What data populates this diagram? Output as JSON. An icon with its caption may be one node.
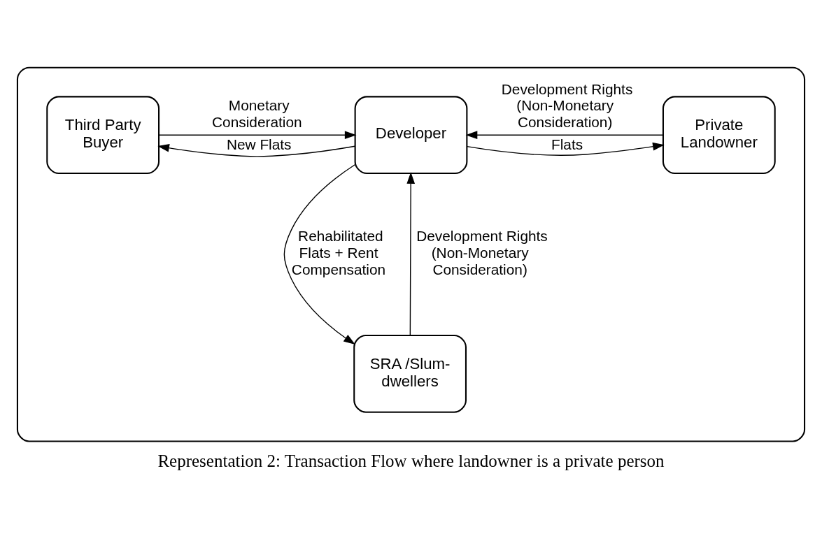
{
  "diagram": {
    "caption": "Representation 2: Transaction Flow where landowner is a private person",
    "nodes": [
      {
        "text": [],
        "shape": "box"
      },
      {
        "text": [
          "Private Landowner"
        ],
        "in": 0
      },
      {
        "text": [
          "Developer"
        ],
        "in": 0
      },
      {
        "text": [
          "Third Party Buyer"
        ],
        "in": 0
      },
      {
        "text": [
          "SRA /Slum-dwellers"
        ],
        "in": 0
      }
    ],
    "edges": [
      {
        "from": 1,
        "to": 2,
        "arrow": "to",
        "label": "Development Rights (Non-Monetary Consideration)"
      },
      {
        "from": 2,
        "to": 1,
        "arrow": "to",
        "label": "Flats"
      },
      {
        "from": 2,
        "to": 3,
        "arrow": "to",
        "label": "New Flats"
      },
      {
        "from": 3,
        "to": 2,
        "arrow": "to",
        "label": "Monetary Consideration"
      },
      {
        "from": 4,
        "to": 2,
        "arrow": "to",
        "label": "Development Rights (Non-Monetary Consideration)"
      },
      {
        "from": 2,
        "to": 4,
        "arrow": "to",
        "label": "Rehabilitated Flats + Rent Compensation"
      }
    ]
  }
}
